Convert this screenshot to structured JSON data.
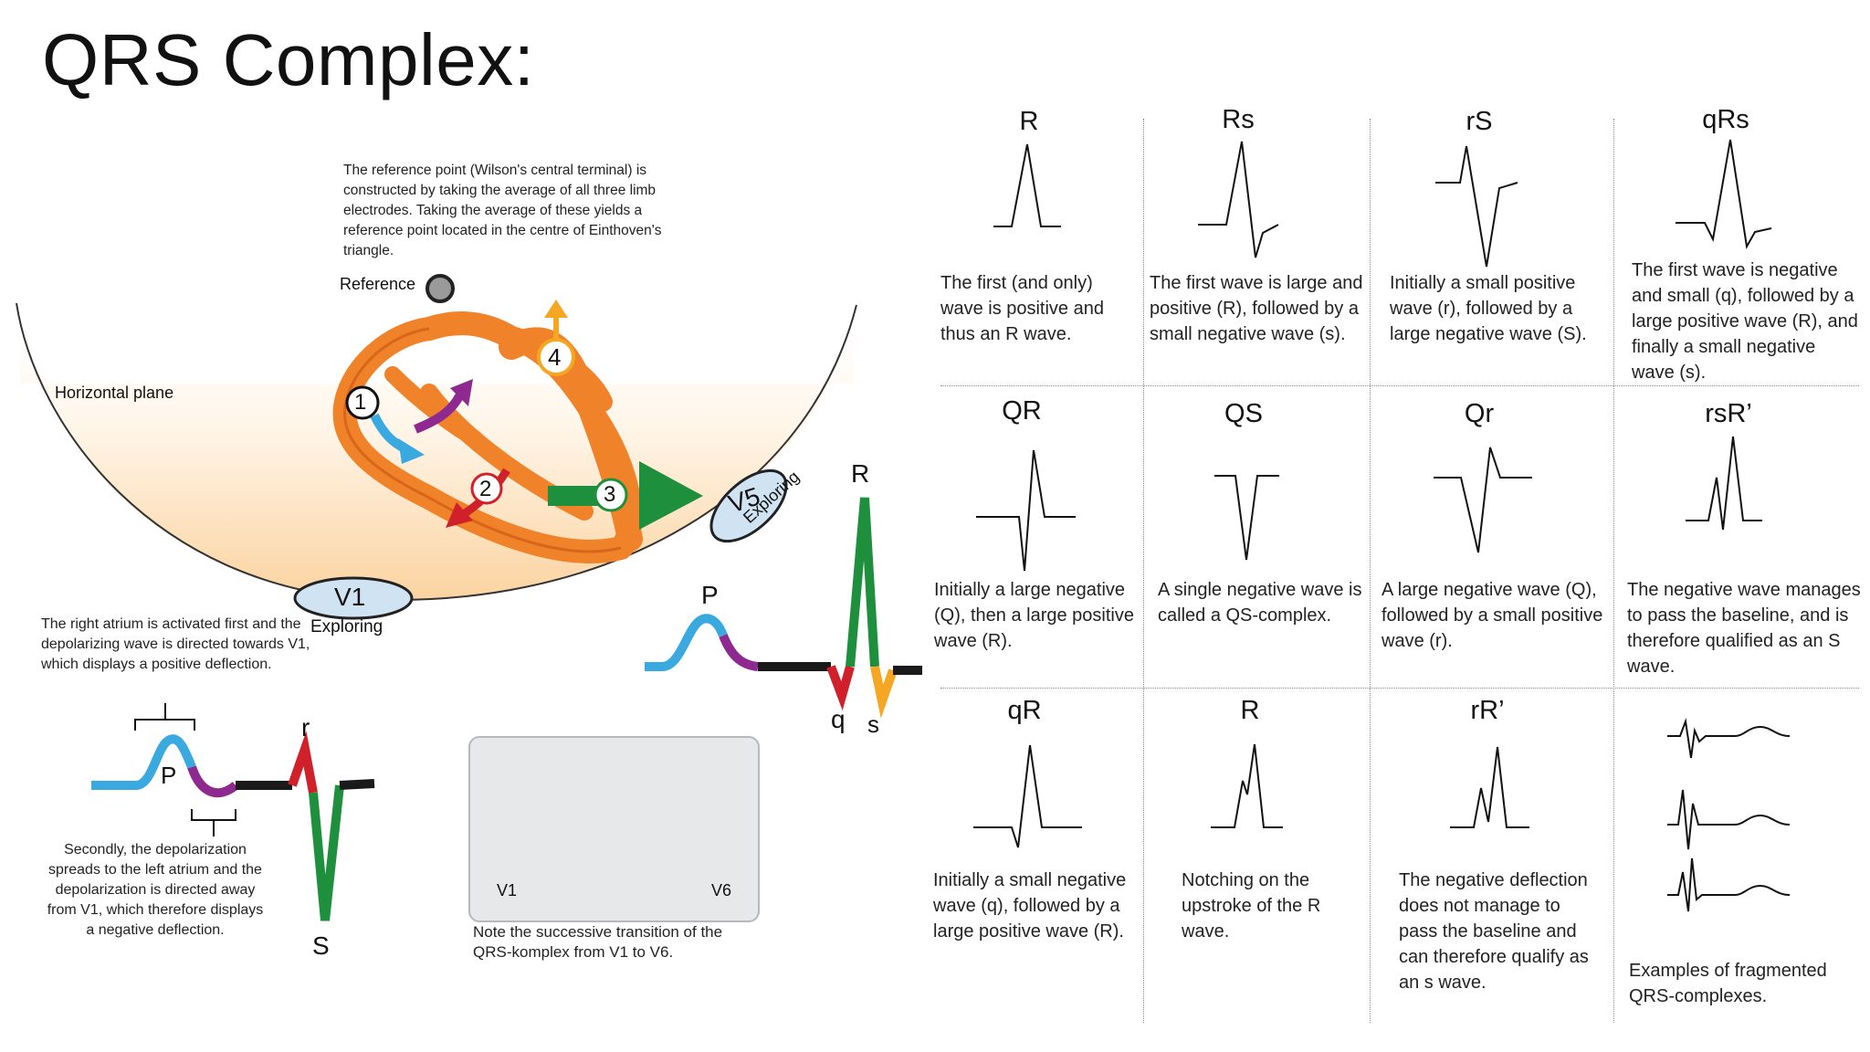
{
  "slide": {
    "title": "QRS Complex:"
  },
  "left": {
    "reference_text": "The reference point (Wilson's central terminal) is constructed by taking the average of all three limb electrodes. Taking the average of these yields a reference point located in the centre of Einthoven's triangle.",
    "reference_label": "Reference",
    "plane_label": "Horizontal plane",
    "heart_markers": [
      "1",
      "2",
      "3",
      "4"
    ],
    "v1_label": "V1",
    "v1_sub": "Exploring",
    "v5_label": "V5",
    "v5_sub": "Exploring",
    "right_atrium_text": "The right atrium is activated first and the depolarizing wave is directed towards V1, which displays a positive deflection.",
    "second_text": "Secondly, the depolarization spreads to the left atrium and the depolarization is directed away from V1, which therefore displays a negative deflection.",
    "v1_trace_labels": {
      "p": "P",
      "r": "r",
      "s": "S"
    },
    "v5_trace_labels": {
      "p": "P",
      "r": "R",
      "q": "q",
      "s": "s"
    },
    "box_left_label": "V1",
    "box_right_label": "V6",
    "box_caption": "Note the successive transition of the QRS-komplex from V1 to V6.",
    "colors": {
      "heart": "#f0822a",
      "blue": "#39a9e0",
      "purple": "#8e2a8f",
      "red": "#d0202a",
      "green": "#1e8f3c",
      "yellow": "#f5a623",
      "glow": "#fbd7a8"
    }
  },
  "grid": {
    "cells": [
      {
        "label": "R",
        "caption": "The first (and only) wave is positive and thus an R wave."
      },
      {
        "label": "Rs",
        "caption": "The first wave is large and positive (R), followed by a small negative wave (s)."
      },
      {
        "label": "rS",
        "caption": "Initially a small positive wave (r), followed by a large negative wave (S)."
      },
      {
        "label": "qRs",
        "caption": "The first wave is negative and small (q), followed by a large positive wave (R), and finally a small negative wave (s)."
      },
      {
        "label": "QR",
        "caption": "Initially a large negative (Q), then a large positive wave (R)."
      },
      {
        "label": "QS",
        "caption": "A single negative wave is called a QS-complex."
      },
      {
        "label": "Qr",
        "caption": "A large negative wave (Q), followed by a small positive wave (r)."
      },
      {
        "label": "rsR’",
        "caption": "The negative wave manages to pass the baseline, and is therefore qualified as an S wave."
      },
      {
        "label": "qR",
        "caption": "Initially a small negative wave (q), followed by a large positive wave (R)."
      },
      {
        "label": "R",
        "caption": "Notching on the upstroke of the R wave."
      },
      {
        "label": "rR’",
        "caption": "The negative deflection does not manage to pass the baseline and can therefore qualify as an s wave."
      },
      {
        "label": "",
        "caption": "Examples of fragmented QRS-complexes."
      }
    ]
  }
}
